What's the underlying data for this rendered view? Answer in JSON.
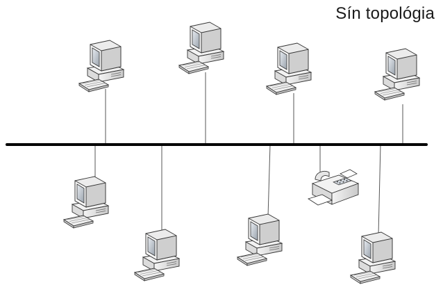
{
  "title": "Sín topológia",
  "diagram": {
    "topology": "bus",
    "bus_color": "#000000",
    "link_color": "#555555",
    "devices_top": [
      {
        "name": "pc-top-1",
        "icon": "desktop-computer-icon"
      },
      {
        "name": "pc-top-2",
        "icon": "desktop-computer-icon"
      },
      {
        "name": "pc-top-3",
        "icon": "desktop-computer-icon"
      },
      {
        "name": "pc-top-4",
        "icon": "desktop-computer-icon"
      }
    ],
    "devices_bottom": [
      {
        "name": "pc-bottom-1",
        "icon": "desktop-computer-icon"
      },
      {
        "name": "pc-bottom-2",
        "icon": "desktop-computer-icon"
      },
      {
        "name": "pc-bottom-3",
        "icon": "desktop-computer-icon"
      },
      {
        "name": "fax-machine",
        "icon": "fax-machine-icon"
      },
      {
        "name": "pc-bottom-4",
        "icon": "desktop-computer-icon"
      }
    ]
  }
}
